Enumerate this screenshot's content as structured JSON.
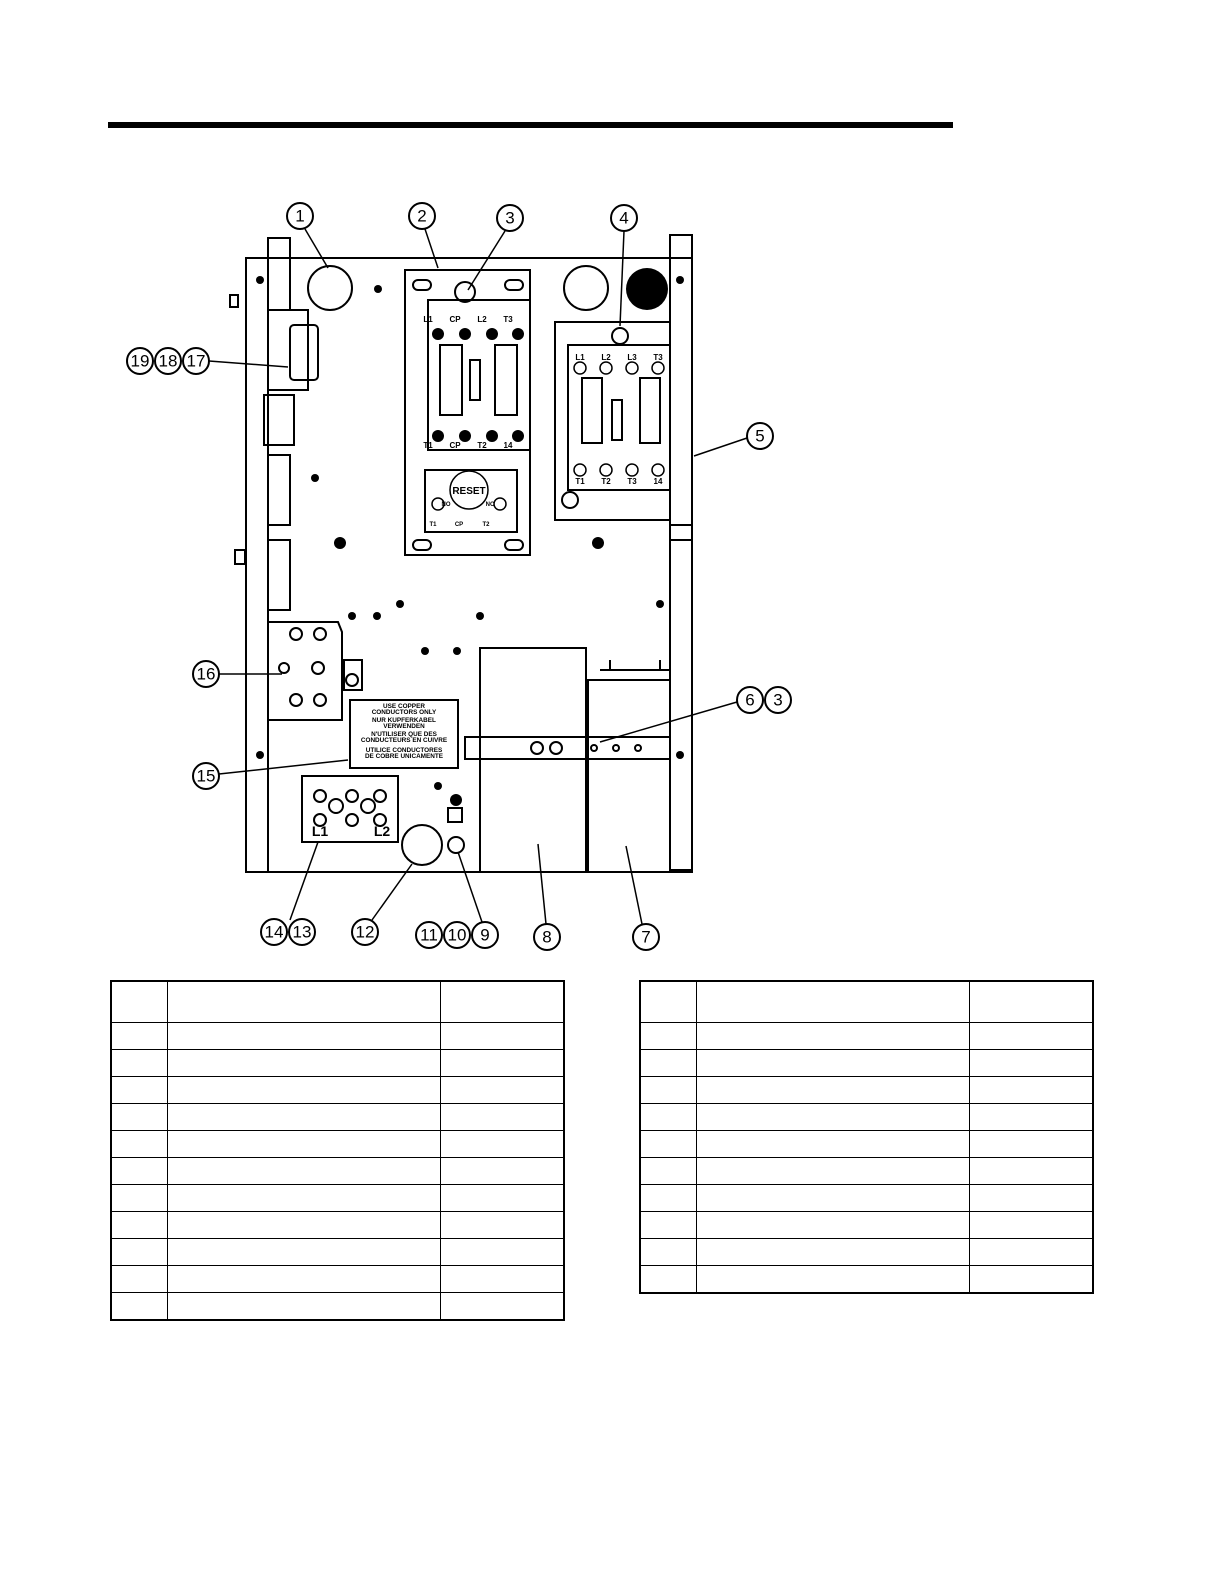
{
  "callouts": [
    {
      "id": "callout-1",
      "labels": [
        "1"
      ]
    },
    {
      "id": "callout-2",
      "labels": [
        "2"
      ]
    },
    {
      "id": "callout-3",
      "labels": [
        "3"
      ]
    },
    {
      "id": "callout-4",
      "labels": [
        "4"
      ]
    },
    {
      "id": "callout-5",
      "labels": [
        "5"
      ]
    },
    {
      "id": "callout-6-3",
      "labels": [
        "6",
        "3"
      ]
    },
    {
      "id": "callout-7",
      "labels": [
        "7"
      ]
    },
    {
      "id": "callout-8",
      "labels": [
        "8"
      ]
    },
    {
      "id": "callout-11-10-9",
      "labels": [
        "11",
        "10",
        "9"
      ]
    },
    {
      "id": "callout-12",
      "labels": [
        "12"
      ]
    },
    {
      "id": "callout-14-13",
      "labels": [
        "14",
        "13"
      ]
    },
    {
      "id": "callout-15",
      "labels": [
        "15"
      ]
    },
    {
      "id": "callout-16",
      "labels": [
        "16"
      ]
    },
    {
      "id": "callout-19-18-17",
      "labels": [
        "19",
        "18",
        "17"
      ]
    }
  ],
  "contactor_left": {
    "top_terminals": [
      "L1",
      "CP",
      "L2",
      "T3"
    ],
    "bottom_terminals": [
      "T1",
      "CP",
      "T2",
      "14"
    ]
  },
  "contactor_right": {
    "top_terminals": [
      "L1",
      "L2",
      "L3",
      "T3"
    ],
    "bottom_terminals": [
      "T1",
      "T2",
      "T3",
      "14"
    ]
  },
  "overload": {
    "reset_label": "RESET",
    "left_label": "NO",
    "right_label": "NC",
    "bottom_terminals": [
      "T1",
      "CP",
      "T2"
    ]
  },
  "terminal_block": {
    "left_label": "L1",
    "right_label": "L2"
  },
  "warning_label": {
    "lines": [
      "USE COPPER",
      "CONDUCTORS ONLY",
      "NUR KUPFERKABEL",
      "VERWENDEN",
      "N'UTILISER QUE DES",
      "CONDUCTEURS EN CUIVRE",
      "UTILICE CONDUCTORES",
      "DE COBRE UNICAMENTE"
    ]
  },
  "tables": {
    "left_rows": 12,
    "right_rows": 11
  }
}
